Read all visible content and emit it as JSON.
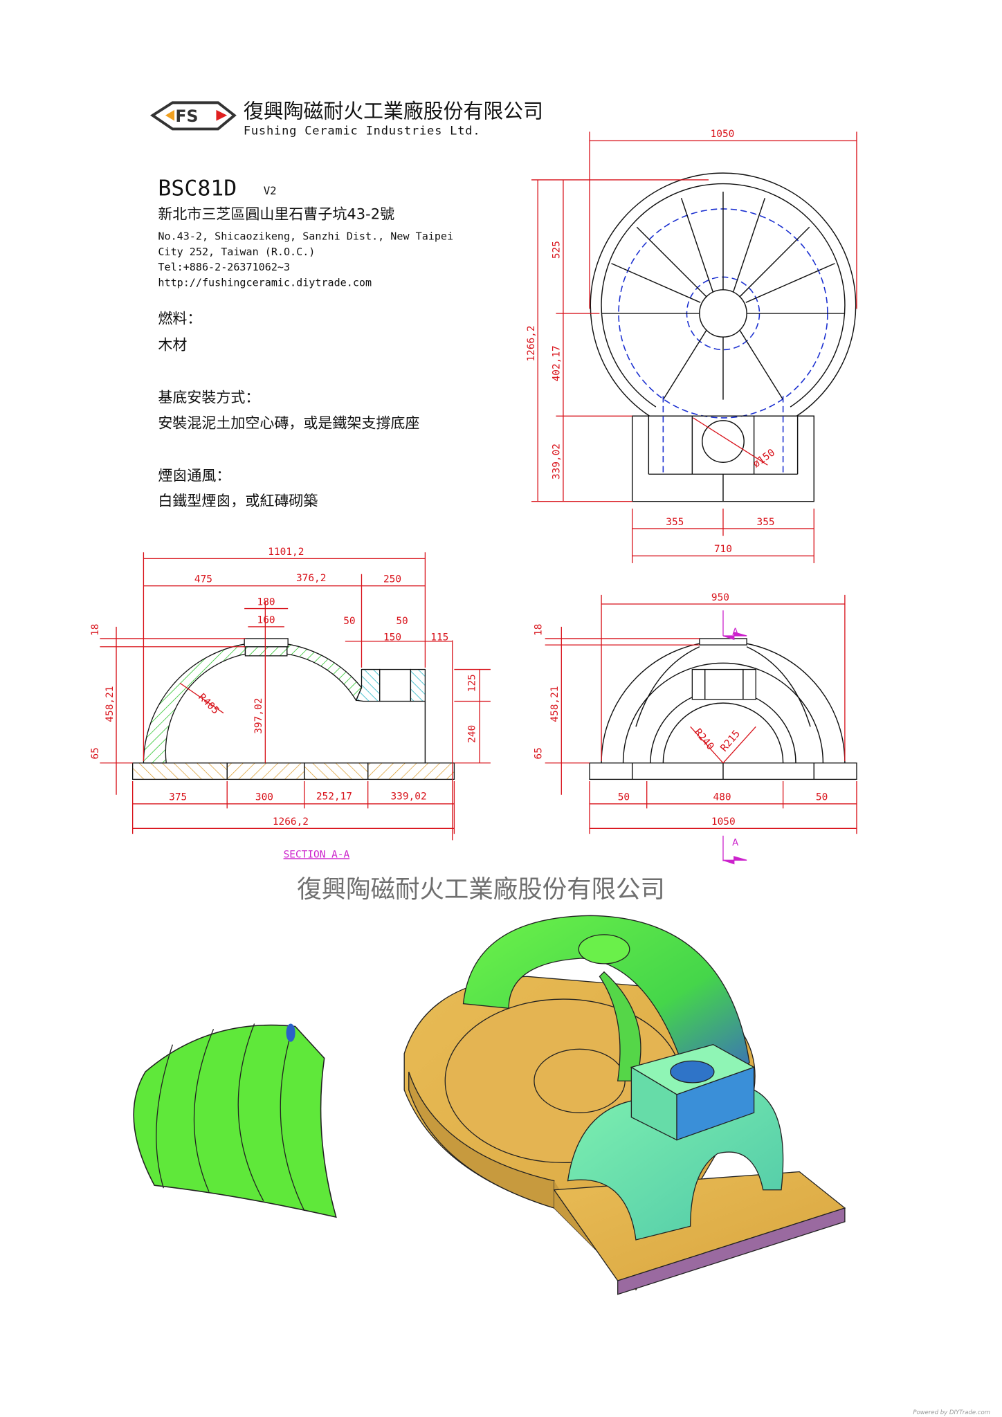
{
  "company": {
    "name_zh": "復興陶磁耐火工業廠股份有限公司",
    "name_en": "Fushing Ceramic Industries Ltd.",
    "logo_text": "FS"
  },
  "model": {
    "code": "BSC81D",
    "version": "V2"
  },
  "address": {
    "zh": "新北市三芝區圓山里石曹子坑43-2號",
    "en_line1": "No.43-2, Shicaozikeng, Sanzhi Dist., New Taipei",
    "en_line2": "City 252, Taiwan (R.O.C.)",
    "tel": "Tel:+886-2-26371062~3",
    "url": "http://fushingceramic.diytrade.com"
  },
  "specs": [
    {
      "label": "燃料：",
      "value": "木材"
    },
    {
      "label": "基底安裝方式：",
      "value": "安裝混泥土加空心磚，或是鐵架支撐底座"
    },
    {
      "label": "煙囪通風：",
      "value": "白鐵型煙囪，或紅磚砌築"
    }
  ],
  "top_view": {
    "width": "1050",
    "height_total": "1266,2",
    "h1": "525",
    "h2": "402,17",
    "h3": "339,02",
    "half_left": "355",
    "half_right": "355",
    "base": "710",
    "hole": "ø150"
  },
  "section": {
    "title": "SECTION A-A",
    "overall": "1101,2",
    "d475": "475",
    "d376": "376,2",
    "d250": "250",
    "d180": "180",
    "d160": "160",
    "d50a": "50",
    "d50b": "50",
    "d150": "150",
    "d115": "115",
    "d18": "18",
    "d458": "458,21",
    "d65": "65",
    "d397": "397,02",
    "r405": "R405",
    "d125": "125",
    "d240": "240",
    "b375": "375",
    "b300": "300",
    "b252": "252,17",
    "b339": "339,02",
    "b_total": "1266,2"
  },
  "side_view": {
    "width": "950",
    "d18": "18",
    "d458": "458,21",
    "d65": "65",
    "r240": "R240",
    "r215": "R215",
    "b50a": "50",
    "b480": "480",
    "b50b": "50",
    "b_total": "1050",
    "marker": "A"
  },
  "watermark": "復興陶磁耐火工業廠股份有限公司",
  "footer": "Powered by DIYTrade.com",
  "colors": {
    "dim": "#d8121a",
    "hidden": "#1a2fd0",
    "section": "#cc22cc",
    "dome": "#5fe83a",
    "base": "#e2b04a"
  }
}
